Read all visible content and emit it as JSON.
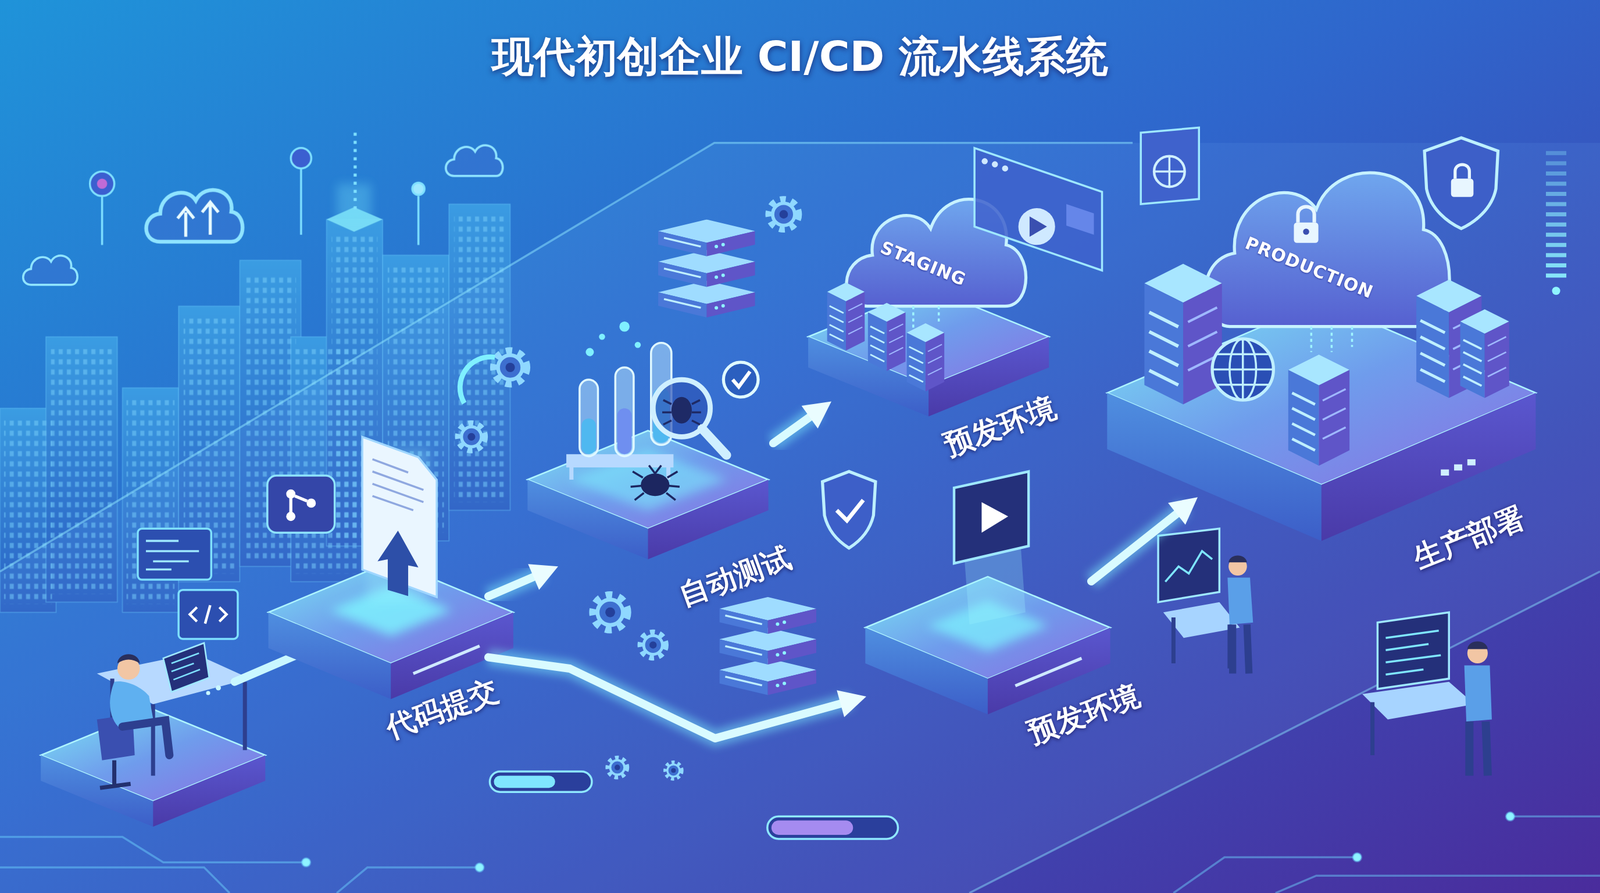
{
  "diagram": {
    "title": "现代初创企业 CI/CD 流水线系统",
    "nodes": [
      {
        "text": [
          "代码提交"
        ]
      },
      {
        "text": [
          "自动测试"
        ]
      },
      {
        "text": [
          "预发环境"
        ]
      },
      {
        "text": [
          "STAGING"
        ],
        "in": 2
      },
      {
        "text": [
          "预发环境"
        ]
      },
      {
        "text": [
          "生产部署"
        ]
      },
      {
        "text": [
          "PRODUCTION"
        ],
        "in": 5
      }
    ],
    "edges": [
      {
        "from": 0,
        "to": 1,
        "arrow": "to"
      },
      {
        "from": 1,
        "to": 2,
        "arrow": "to"
      },
      {
        "from": 0,
        "to": 4,
        "arrow": "to"
      },
      {
        "from": 4,
        "to": 5,
        "arrow": "to"
      }
    ]
  }
}
